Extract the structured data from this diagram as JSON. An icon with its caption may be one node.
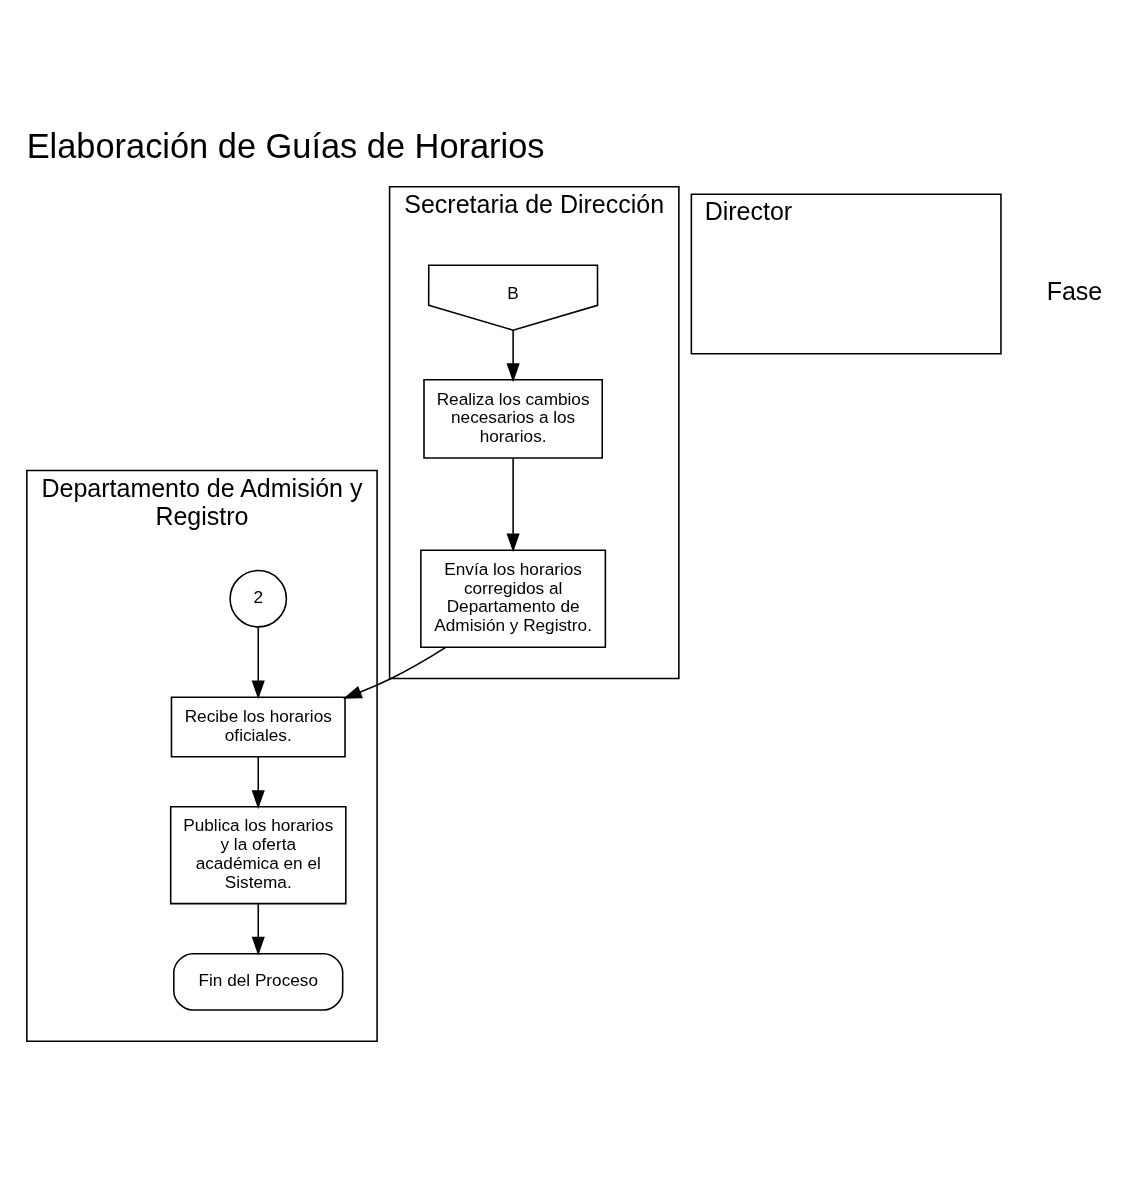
{
  "diagram": {
    "title": "Elaboración de Guías de Horarios",
    "nodes": [
      {
        "text": [
          "Departamento de Admisión y Registro"
        ]
      },
      {
        "text": [
          "Director"
        ]
      },
      {
        "text": [
          "Secretaria de Dirección"
        ]
      },
      {
        "text": [
          "B"
        ],
        "in": 2
      },
      {
        "text": [
          "Realiza los cambios necesarios a los horarios."
        ],
        "in": 2
      },
      {
        "text": [
          "Envía los horarios corregidos al Departamento de Admisión y Registro."
        ],
        "in": 2
      },
      {
        "text": [
          "2"
        ],
        "in": 0
      },
      {
        "text": [
          "Recibe los horarios oficiales."
        ],
        "in": 0
      },
      {
        "text": [
          "Publica los horarios y la oferta académica en el Sistema."
        ],
        "in": 0
      },
      {
        "text": [
          "Fin del Proceso"
        ],
        "in": 0
      }
    ],
    "edges": [
      {
        "from": 3,
        "to": 4,
        "arrow": "to"
      },
      {
        "from": 4,
        "to": 5,
        "arrow": "to"
      },
      {
        "from": 5,
        "to": 7,
        "arrow": "to"
      },
      {
        "from": 6,
        "to": 7,
        "arrow": "to"
      },
      {
        "from": 7,
        "to": 8,
        "arrow": "to"
      },
      {
        "from": 8,
        "to": 9,
        "arrow": "to"
      }
    ],
    "labels": [
      "Fase"
    ]
  }
}
